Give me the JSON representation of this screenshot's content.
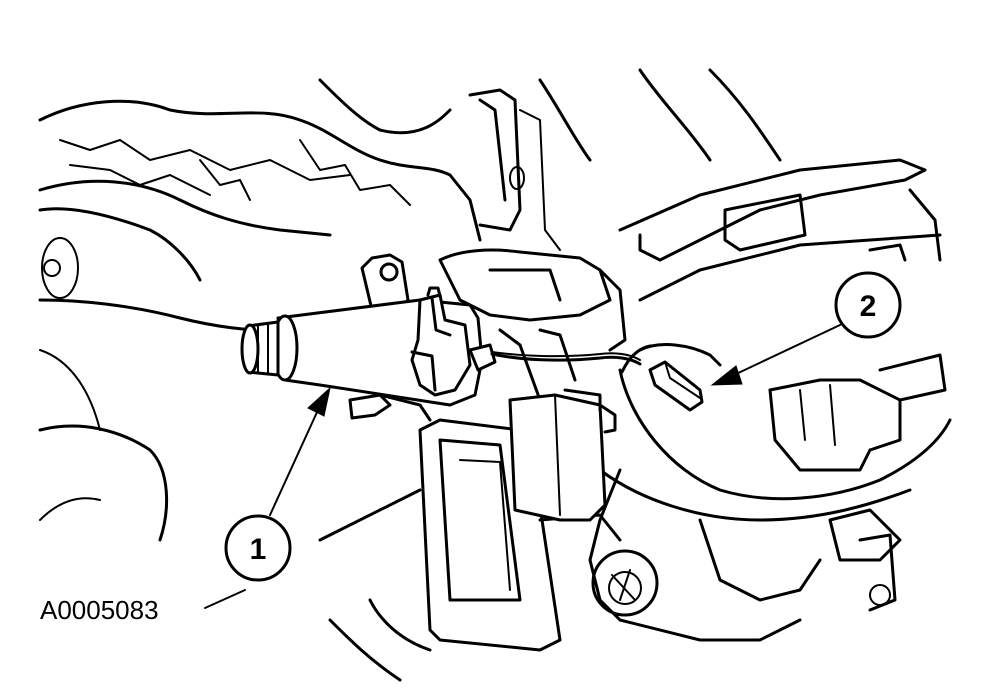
{
  "figure_id": "A0005083",
  "callouts": [
    {
      "label": "1"
    },
    {
      "label": "2"
    }
  ]
}
